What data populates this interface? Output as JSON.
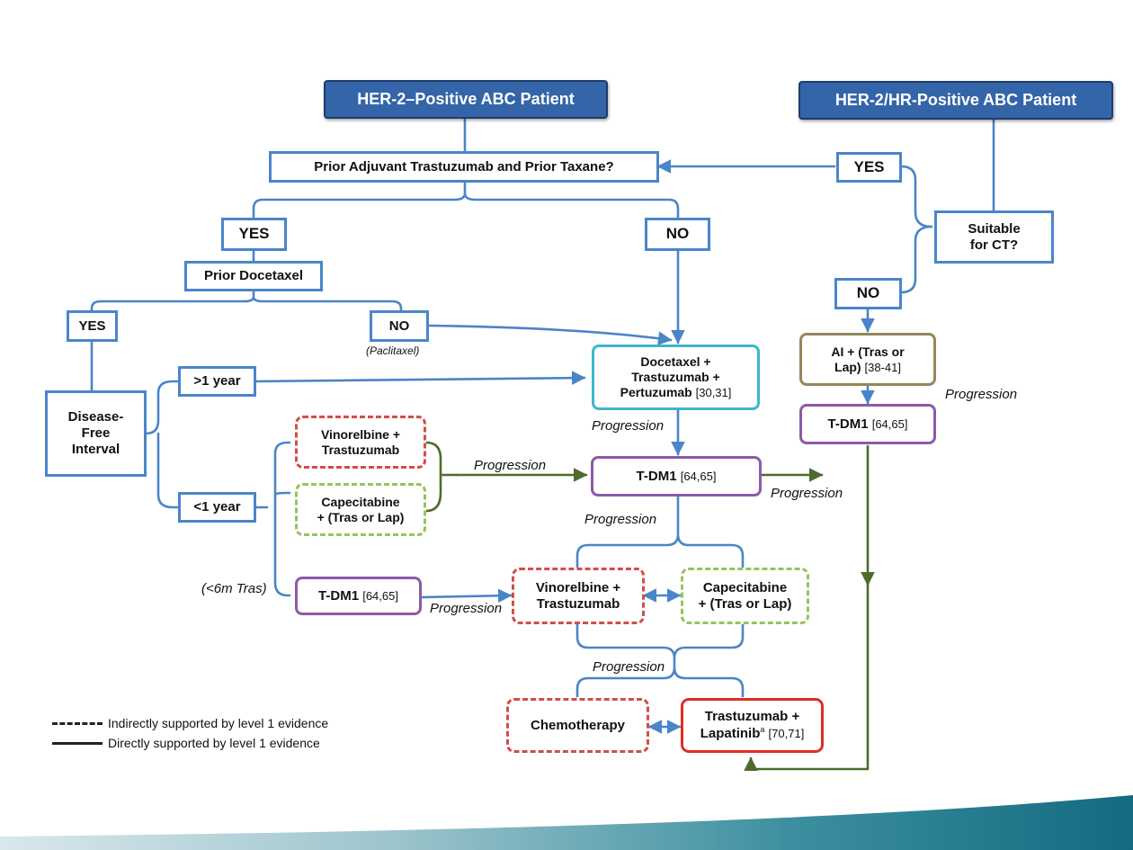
{
  "headers": {
    "her2": "HER-2–Positive ABC Patient",
    "her2_hr": "HER-2/HR-Positive ABC Patient"
  },
  "decisions": {
    "prior_adjuvant": "Prior Adjuvant Trastuzumab and Prior Taxane?",
    "yes_right": "YES",
    "suitable_ct": "Suitable\nfor CT?",
    "no_right": "NO",
    "yes_left": "YES",
    "no_center": "NO",
    "prior_docetaxel": "Prior Docetaxel",
    "yes_small": "YES",
    "no_small": "NO",
    "paclitaxel": "(Paclitaxel)",
    "dfi": "Disease-\nFree\nInterval",
    "gt1": ">1 year",
    "lt1": "<1 year"
  },
  "treatments": {
    "doc_tras_pert": {
      "line1": "Docetaxel +",
      "line2": "Trastuzumab +",
      "line3": "Pertuzumab",
      "ref": "[30,31]"
    },
    "ai_tras_lap": {
      "line1": "AI + (Tras or",
      "line2": "Lap)",
      "ref": "[38-41]"
    },
    "tdm1_right": {
      "name": "T-DM1",
      "ref": "[64,65]"
    },
    "tdm1_center": {
      "name": "T-DM1",
      "ref": "[64,65]"
    },
    "tdm1_left": {
      "name": "T-DM1",
      "ref": "[64,65]"
    },
    "vino_left": {
      "line1": "Vinorelbine +",
      "line2": "Trastuzumab"
    },
    "cape_left": {
      "line1": "Capecitabine",
      "line2": "+ (Tras or Lap)"
    },
    "vino_bottom": {
      "line1": "Vinorelbine +",
      "line2": "Trastuzumab"
    },
    "cape_bottom": {
      "line1": "Capecitabine",
      "line2": "+ (Tras or Lap)"
    },
    "chemo": "Chemotherapy",
    "tras_lap": {
      "line1": "Trastuzumab +",
      "line2": "Lapatinib",
      "sup": "a",
      "ref": "[70,71]"
    }
  },
  "edge_labels": {
    "progression_1": "Progression",
    "progression_2": "Progression",
    "progression_3": "Progression",
    "progression_4": "Progression",
    "progression_5": "Progression",
    "progression_6": "Progression",
    "progression_7": "Progression",
    "lt6m": "(<6m Tras)"
  },
  "legend": {
    "dashed": "Indirectly supported by level 1 evidence",
    "solid": "Directly supported by level 1 evidence"
  },
  "colors": {
    "connector_blue": "#4a85c8",
    "connector_green": "#4e6b2c",
    "header_fill": "#3465a8"
  }
}
